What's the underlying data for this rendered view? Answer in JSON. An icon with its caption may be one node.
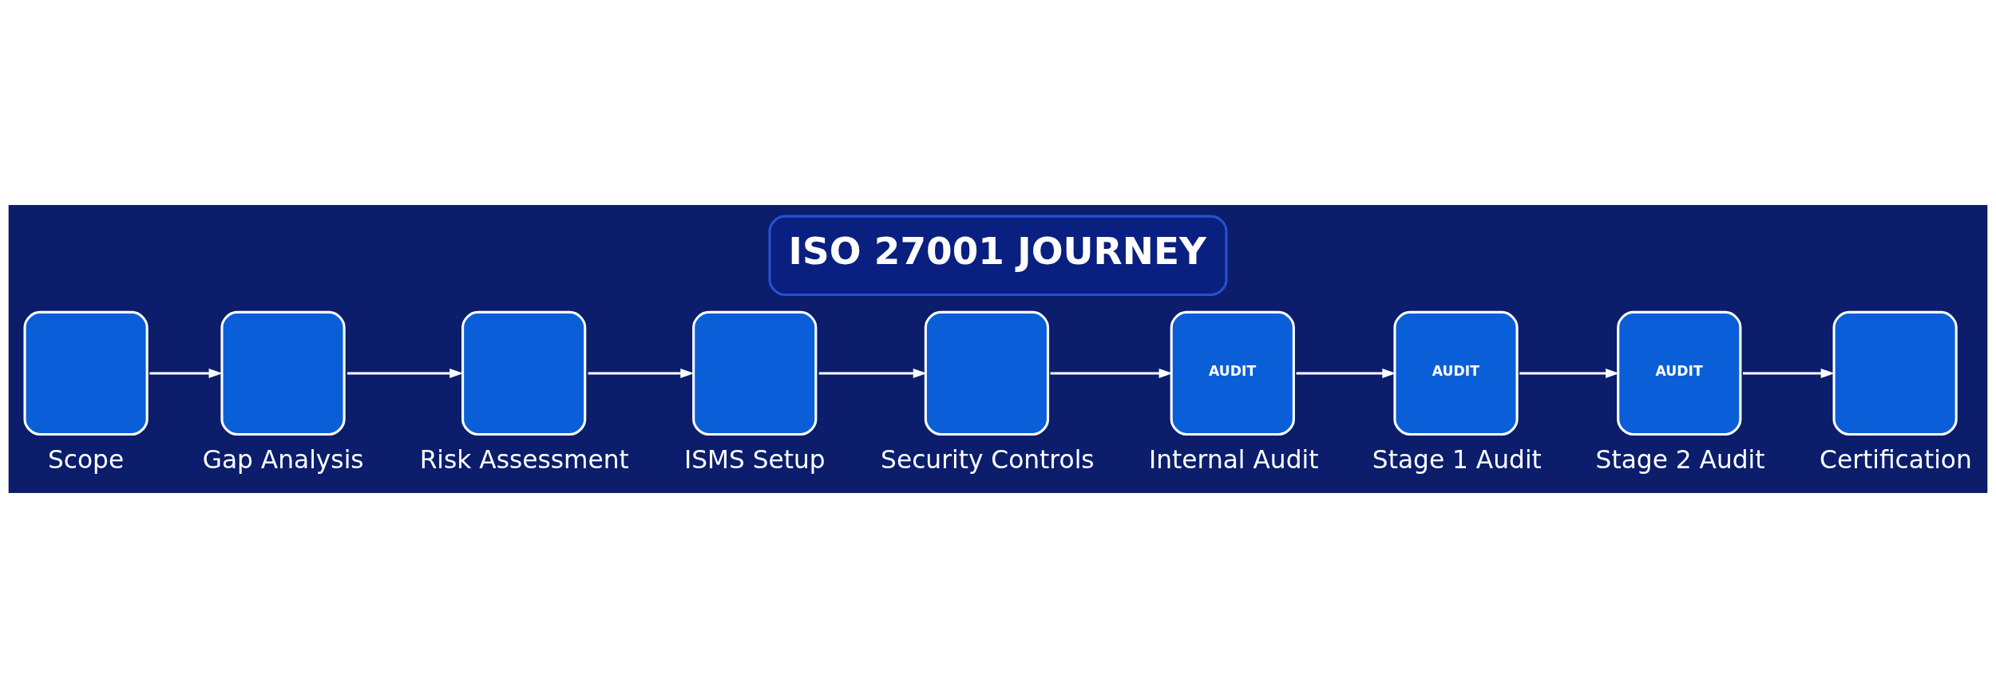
{
  "diagram": {
    "title": "ISO 27001 JOURNEY",
    "nodes": [
      {
        "text": [
          "Scope"
        ]
      },
      {
        "text": [
          "Gap Analysis"
        ]
      },
      {
        "text": [
          "Risk Assessment"
        ]
      },
      {
        "text": [
          "ISMS Setup"
        ]
      },
      {
        "text": [
          "Security Controls"
        ]
      },
      {
        "text": [
          "AUDIT",
          "Internal Audit"
        ]
      },
      {
        "text": [
          "AUDIT",
          "Stage 1 Audit"
        ]
      },
      {
        "text": [
          "AUDIT",
          "Stage 2 Audit"
        ]
      },
      {
        "text": [
          "Certification"
        ]
      }
    ],
    "edges": [
      {
        "from": 0,
        "to": 1,
        "arrow": "to"
      },
      {
        "from": 1,
        "to": 2,
        "arrow": "to"
      },
      {
        "from": 2,
        "to": 3,
        "arrow": "to"
      },
      {
        "from": 3,
        "to": 4,
        "arrow": "to"
      },
      {
        "from": 4,
        "to": 5,
        "arrow": "to"
      },
      {
        "from": 5,
        "to": 6,
        "arrow": "to"
      },
      {
        "from": 6,
        "to": 7,
        "arrow": "to"
      },
      {
        "from": 7,
        "to": 8,
        "arrow": "to"
      }
    ]
  }
}
